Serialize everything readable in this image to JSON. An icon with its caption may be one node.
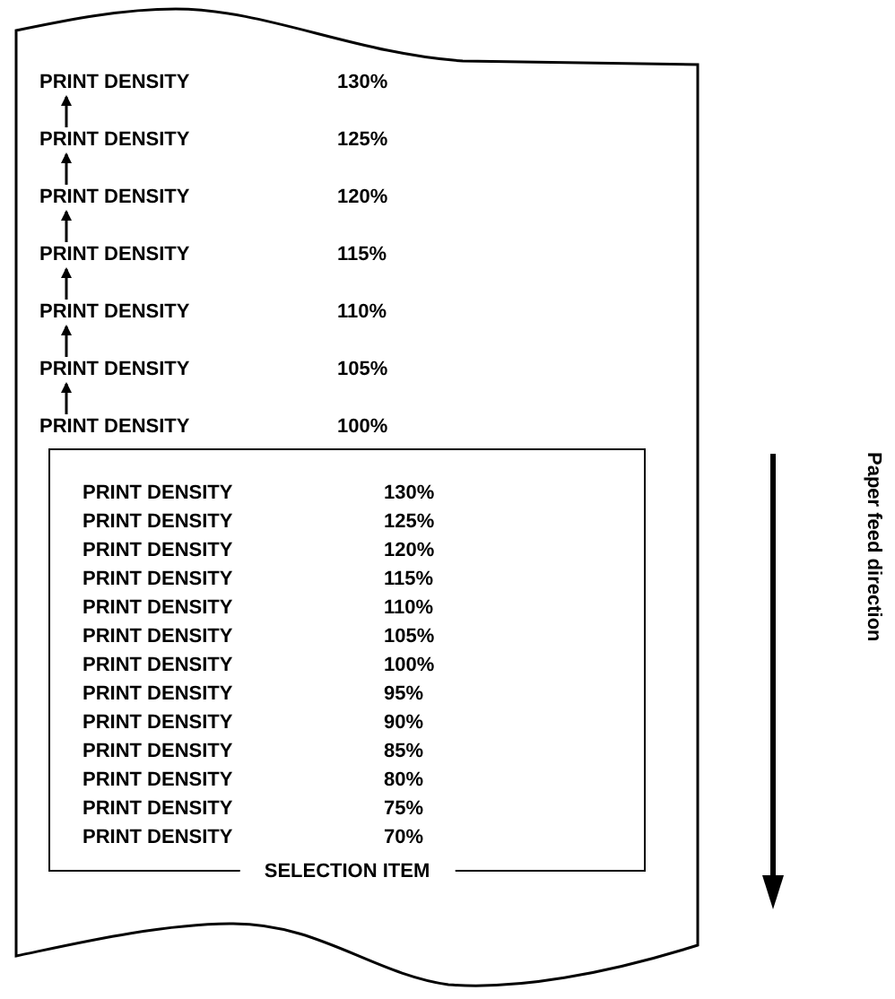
{
  "diagram": {
    "nodes": [
      {
        "text": [],
        "shape": "box"
      },
      {
        "text": [
          "PRINT DENSITY",
          "130%"
        ],
        "in": 0
      },
      {
        "text": [
          "PRINT DENSITY",
          "125%"
        ],
        "in": 0
      },
      {
        "text": [
          "PRINT DENSITY",
          "120%"
        ],
        "in": 0
      },
      {
        "text": [
          "PRINT DENSITY",
          "115%"
        ],
        "in": 0
      },
      {
        "text": [
          "PRINT DENSITY",
          "110%"
        ],
        "in": 0
      },
      {
        "text": [
          "PRINT DENSITY",
          "105%"
        ],
        "in": 0
      },
      {
        "text": [
          "PRINT DENSITY",
          "100%"
        ],
        "in": 0
      },
      {
        "text": [
          "SELECTION ITEM"
        ],
        "in": 0
      }
    ],
    "edges": [
      {
        "from": 2,
        "to": 1,
        "arrow": "to"
      },
      {
        "from": 3,
        "to": 2,
        "arrow": "to"
      },
      {
        "from": 4,
        "to": 3,
        "arrow": "to"
      },
      {
        "from": 5,
        "to": 4,
        "arrow": "to"
      },
      {
        "from": 6,
        "to": 5,
        "arrow": "to"
      },
      {
        "from": 7,
        "to": 6,
        "arrow": "to"
      }
    ],
    "labels": [
      "PRINT DENSITY",
      "130%",
      "PRINT DENSITY",
      "125%",
      "PRINT DENSITY",
      "120%",
      "PRINT DENSITY",
      "115%",
      "PRINT DENSITY",
      "110%",
      "PRINT DENSITY",
      "105%",
      "PRINT DENSITY",
      "100%",
      "PRINT DENSITY",
      "95%",
      "PRINT DENSITY",
      "90%",
      "PRINT DENSITY",
      "85%",
      "PRINT DENSITY",
      "80%",
      "PRINT DENSITY",
      "75%",
      "PRINT DENSITY",
      "70%",
      "Paper feed direction"
    ]
  }
}
